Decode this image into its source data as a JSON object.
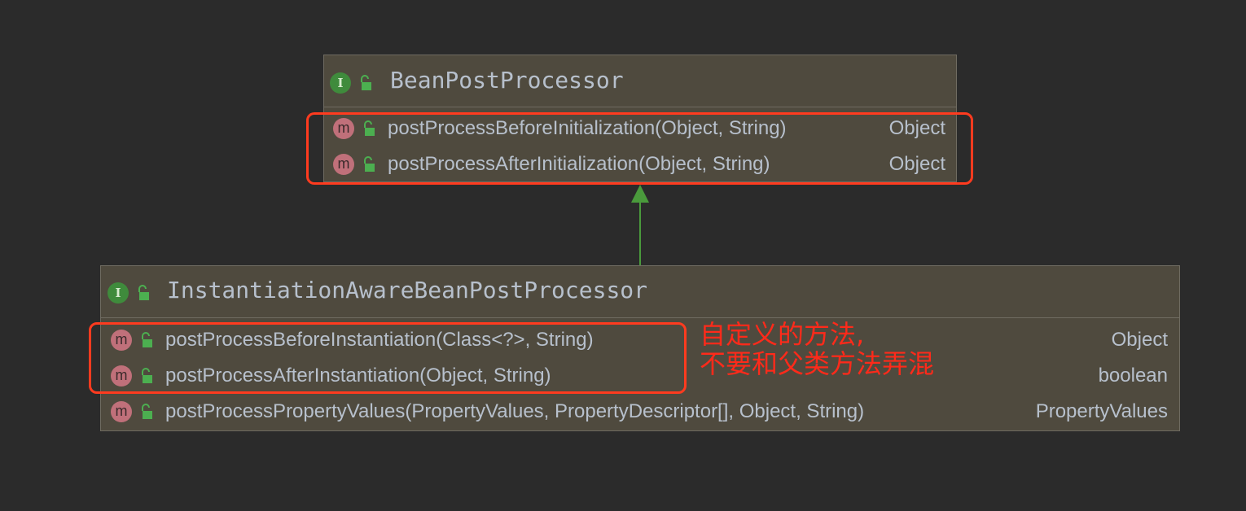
{
  "diagram": {
    "parent": {
      "name": "BeanPostProcessor",
      "kind_icon": "I",
      "methods": [
        {
          "icon": "m",
          "name": "postProcessBeforeInitialization(Object, String)",
          "returns": "Object"
        },
        {
          "icon": "m",
          "name": "postProcessAfterInitialization(Object, String)",
          "returns": "Object"
        }
      ]
    },
    "child": {
      "name": "InstantiationAwareBeanPostProcessor",
      "kind_icon": "I",
      "methods": [
        {
          "icon": "m",
          "name": "postProcessBeforeInstantiation(Class<?>, String)",
          "returns": "Object"
        },
        {
          "icon": "m",
          "name": "postProcessAfterInstantiation(Object, String)",
          "returns": "boolean"
        },
        {
          "icon": "m",
          "name": "postProcessPropertyValues(PropertyValues, PropertyDescriptor[], Object, String)",
          "returns": "PropertyValues"
        }
      ]
    },
    "annotation": {
      "line1": "自定义的方法,",
      "line2": "不要和父类方法弄混"
    },
    "colors": {
      "background": "#2b2b2b",
      "box_fill": "#4f4a3e",
      "box_border": "#6f6b61",
      "text": "#b7c0cc",
      "interface_icon": "#3f8b3c",
      "method_icon": "#c0707a",
      "lock": "#4caf50",
      "arrow": "#4a9a3c",
      "highlight": "#ff3b1f"
    }
  }
}
